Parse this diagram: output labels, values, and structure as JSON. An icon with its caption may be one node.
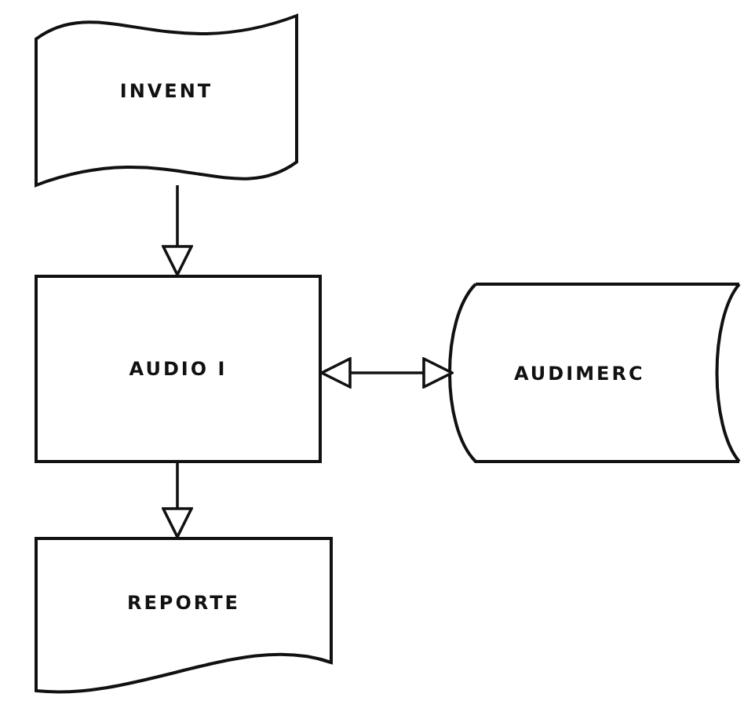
{
  "diagram": {
    "nodes": [
      {
        "text": [
          "INVENT"
        ]
      },
      {
        "text": [
          "AUDIO I"
        ]
      },
      {
        "text": [
          "AUDIMERC"
        ]
      },
      {
        "text": [
          "REPORTE"
        ]
      }
    ],
    "edges": [
      {
        "from": 0,
        "to": 1,
        "arrow": "to"
      },
      {
        "from": 1,
        "to": 2,
        "arrow": "both"
      },
      {
        "from": 1,
        "to": 3,
        "arrow": "to"
      }
    ]
  }
}
